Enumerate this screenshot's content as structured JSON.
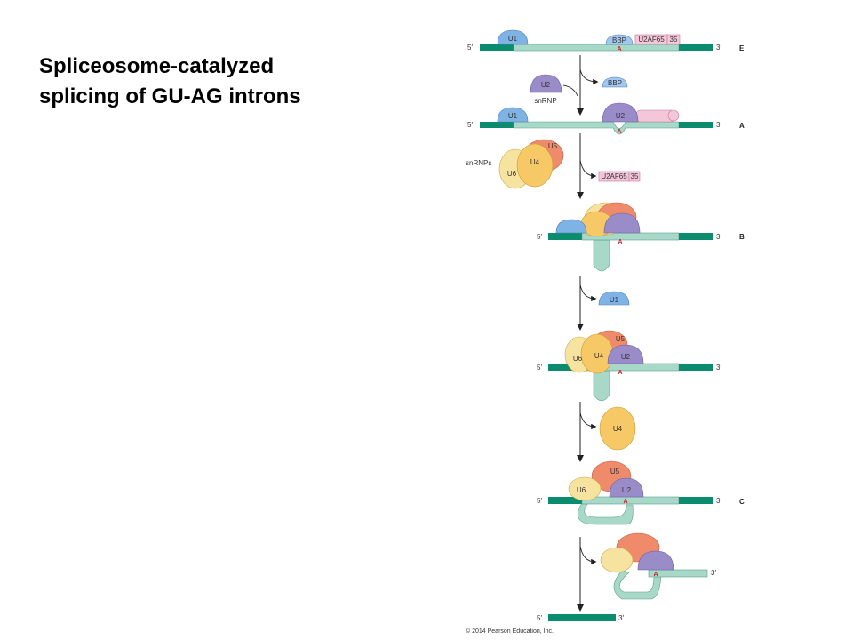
{
  "title": {
    "line1": "Spliceosome-catalyzed",
    "line2": "splicing of GU-AG introns"
  },
  "labels": {
    "five_prime": "5′",
    "three_prime": "3′",
    "branch_a": "A",
    "u1": "U1",
    "u2": "U2",
    "u4": "U4",
    "u5": "U5",
    "u6": "U6",
    "bbp": "BBP",
    "u2af65": "U2AF65",
    "u2af35": "35",
    "snrnp": "snRNP",
    "snrnps": "snRNPs"
  },
  "stages": {
    "e": "E",
    "a": "A",
    "b": "B",
    "c": "C"
  },
  "copyright": "© 2014 Pearson Education, Inc.",
  "colors": {
    "exon": "#0b8c6f",
    "intron": "#a8d8c8",
    "intron_stroke": "#5a9e8a",
    "u1": "#7fb2e5",
    "u2": "#9a8cc8",
    "u4": "#f7c866",
    "u5": "#ef8a6a",
    "u6": "#f7e3a0",
    "factor": "#f3c7d8",
    "branch": "#d0202a"
  }
}
